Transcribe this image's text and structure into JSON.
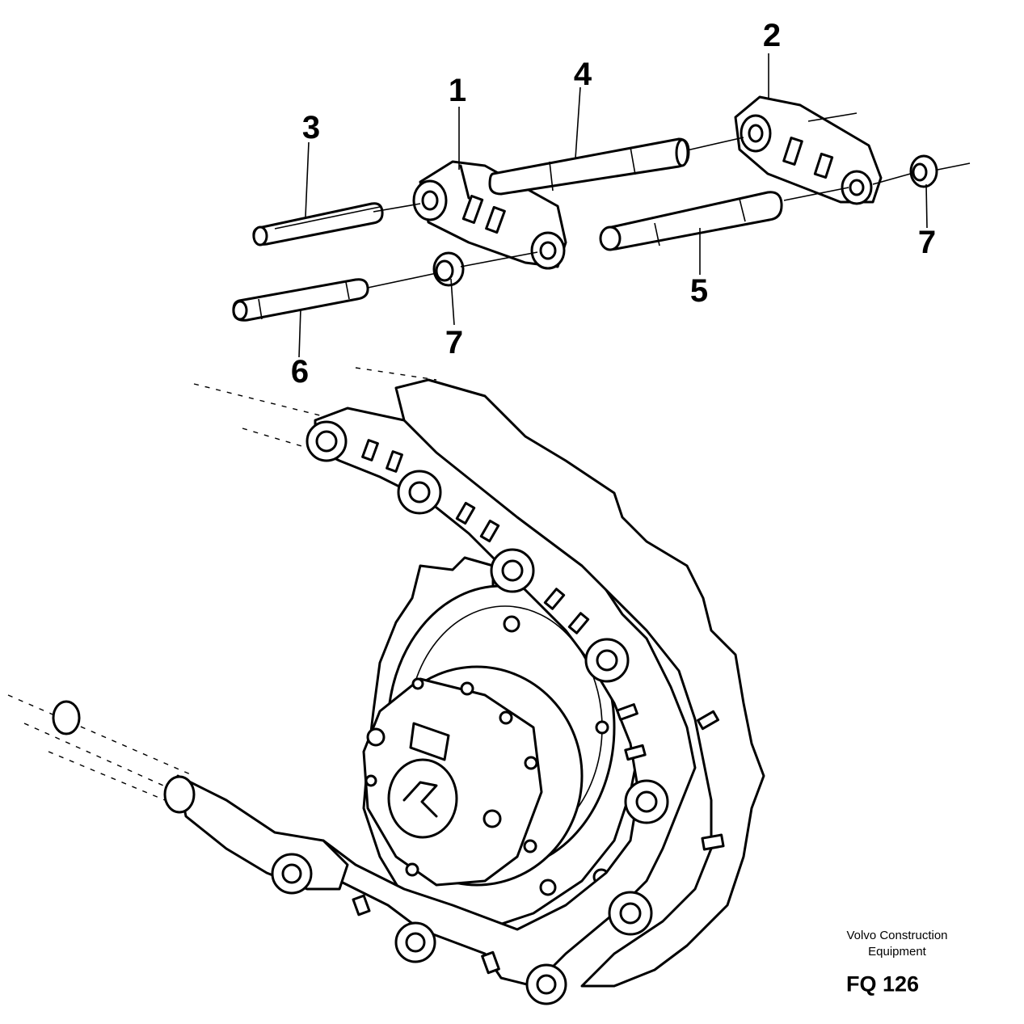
{
  "callouts": [
    {
      "id": "1",
      "label": "1"
    },
    {
      "id": "2",
      "label": "2"
    },
    {
      "id": "3",
      "label": "3"
    },
    {
      "id": "4",
      "label": "4"
    },
    {
      "id": "5",
      "label": "5"
    },
    {
      "id": "6",
      "label": "6"
    },
    {
      "id": "7a",
      "label": "7"
    },
    {
      "id": "7b",
      "label": "7"
    }
  ],
  "brand": {
    "line1": "Volvo Construction",
    "line2": "Equipment"
  },
  "figure_code": "FQ 126"
}
